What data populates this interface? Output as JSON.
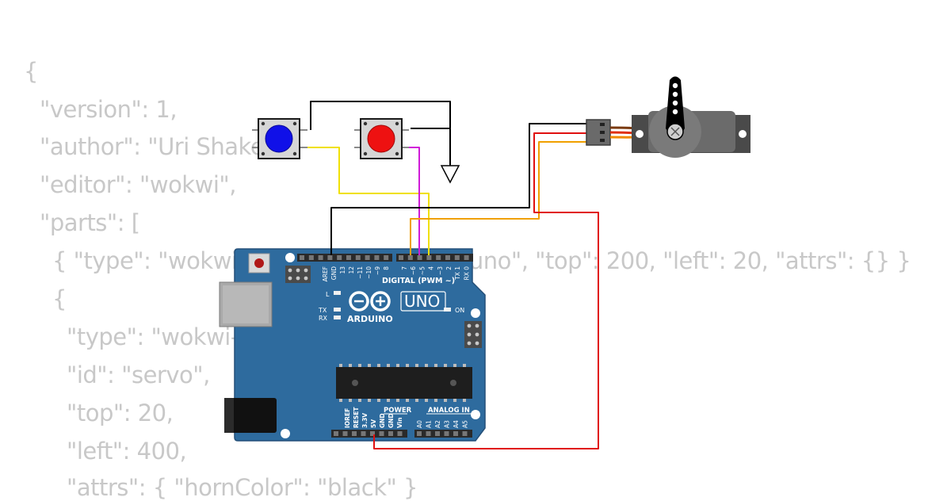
{
  "code_lines": [
    "{",
    "\"version\": 1,",
    "\"author\": \"Uri Shaked\",",
    "\"editor\": \"wokwi\",",
    "\"parts\": [",
    "{ \"type\": \"wokwi-arduino-uno\", \"id\": \"uno\", \"top\": 200, \"left\": 20, \"attrs\": {} }",
    "{",
    "\"type\": \"wokwi-servo\",",
    "\"id\": \"servo\",",
    "\"top\": 20,",
    "\"left\": 400,",
    "\"attrs\": { \"hornColor\": \"black\" }"
  ],
  "board": {
    "brand": "ARDUINO",
    "model": "UNO",
    "digital_header": "DIGITAL (PWM ~)",
    "power_header": "POWER",
    "analog_header": "ANALOG IN",
    "led_l": "L",
    "led_tx": "TX",
    "led_rx": "RX",
    "led_on": "ON",
    "digital_pins": [
      "AREF",
      "GND",
      "13",
      "12",
      "~11",
      "~10",
      "~9",
      "8",
      "7",
      "~6",
      "~5",
      "4",
      "~3",
      "2",
      "TX 1",
      "RX 0"
    ],
    "power_pins": [
      "IOREF",
      "RESET",
      "3.3V",
      "5V",
      "GND",
      "GND",
      "Vin"
    ],
    "analog_pins": [
      "A0",
      "A1",
      "A2",
      "A3",
      "A4",
      "A5"
    ]
  },
  "parts": {
    "button_1_color": "#1010e8",
    "button_2_color": "#ee1111",
    "servo_horn_color": "#000000"
  },
  "colors": {
    "board": "#2e6b9e",
    "wire_black": "#000000",
    "wire_yellow": "#f0e000",
    "wire_magenta": "#d01ad8",
    "wire_orange": "#f0a000",
    "wire_red": "#e01010",
    "code_text": "#c8c8c8"
  }
}
